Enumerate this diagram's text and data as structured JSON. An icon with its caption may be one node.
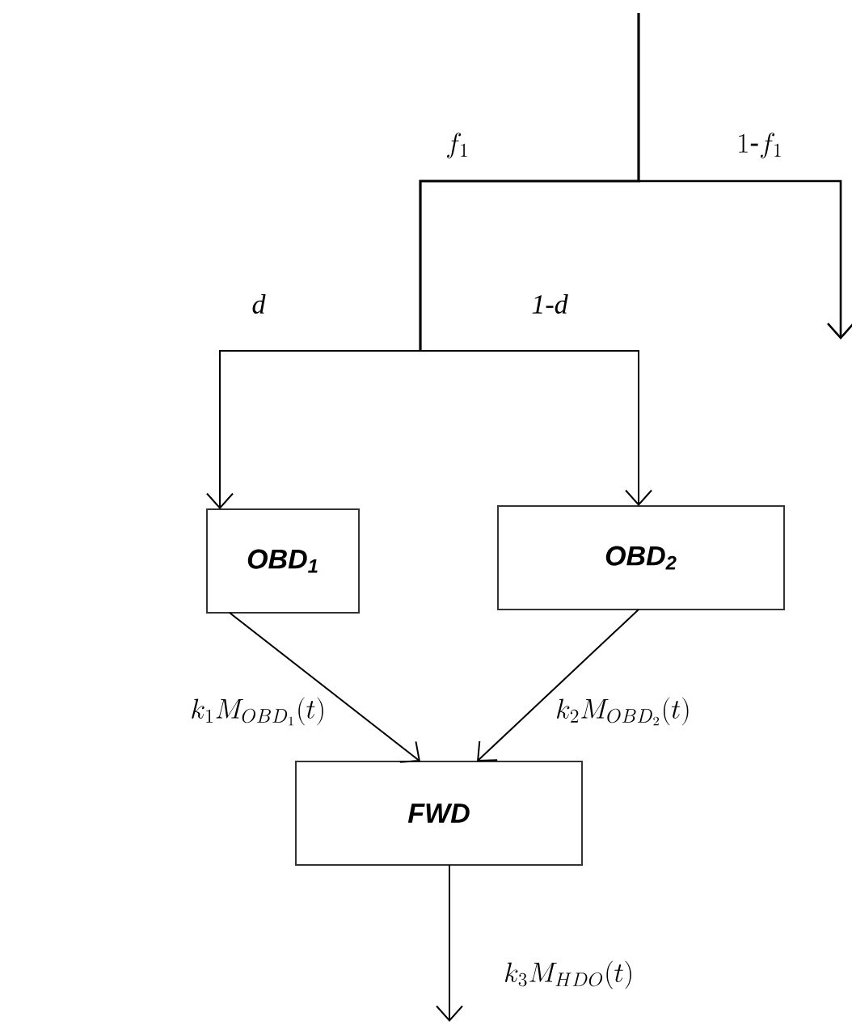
{
  "diagram": {
    "nodes": [
      {
        "text": [
          "OBD$_{1}$"
        ]
      },
      {
        "text": [
          "OBD$_{2}$"
        ]
      },
      {
        "text": [
          "FWD"
        ]
      }
    ],
    "edges": [
      {
        "from": null,
        "to": 0,
        "arrow": "to",
        "label": "d"
      },
      {
        "from": null,
        "to": 1,
        "arrow": "to",
        "label": "1-d"
      },
      {
        "from": 0,
        "to": 2,
        "arrow": "to",
        "label": "k_1M_{OBD_1}(t)"
      },
      {
        "from": 1,
        "to": 2,
        "arrow": "to",
        "label": "k_2M_{OBD_2}(t)"
      },
      {
        "from": 2,
        "to": null,
        "arrow": "to",
        "label": "k_3M_{HDO}(t)"
      }
    ],
    "labels": [
      "f_{1}",
      "1\\mbox{-}f_{1}"
    ]
  }
}
